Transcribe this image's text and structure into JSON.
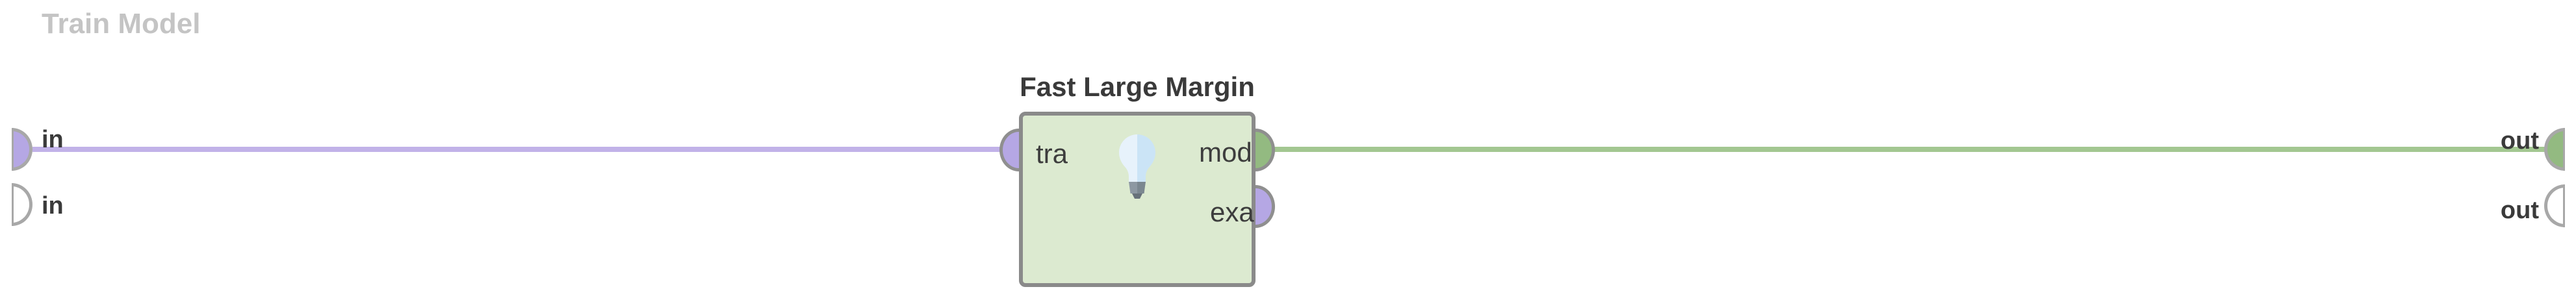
{
  "process": {
    "label": "Train Model"
  },
  "operator": {
    "title": "Fast Large Margin",
    "icon": "lightbulb-icon",
    "ports": {
      "inputs": [
        {
          "label": "tra",
          "connected": true
        }
      ],
      "outputs": [
        {
          "label": "mod",
          "connected": true
        },
        {
          "label": "exa",
          "connected": false
        }
      ]
    }
  },
  "process_ports": {
    "inputs": [
      {
        "label": "in",
        "connected": true
      },
      {
        "label": "in",
        "connected": false
      }
    ],
    "outputs": [
      {
        "label": "out",
        "connected": true
      },
      {
        "label": "out",
        "connected": false
      }
    ]
  },
  "connections": [
    {
      "from": "process-input-1",
      "to": "operator-port-tra",
      "color": "#c1b2e8"
    },
    {
      "from": "operator-port-mod",
      "to": "process-output-1",
      "color": "#a3c791"
    }
  ],
  "colors": {
    "port_purple": "#b5a7e4",
    "port_green": "#93ba81",
    "wire_purple": "#c1b2e8",
    "wire_green": "#a3c791",
    "node_fill": "#dcead0",
    "node_border": "#8a8a8a",
    "operator_title_text": "#3a3a3a",
    "process_label_text": "#c4c4c4"
  }
}
